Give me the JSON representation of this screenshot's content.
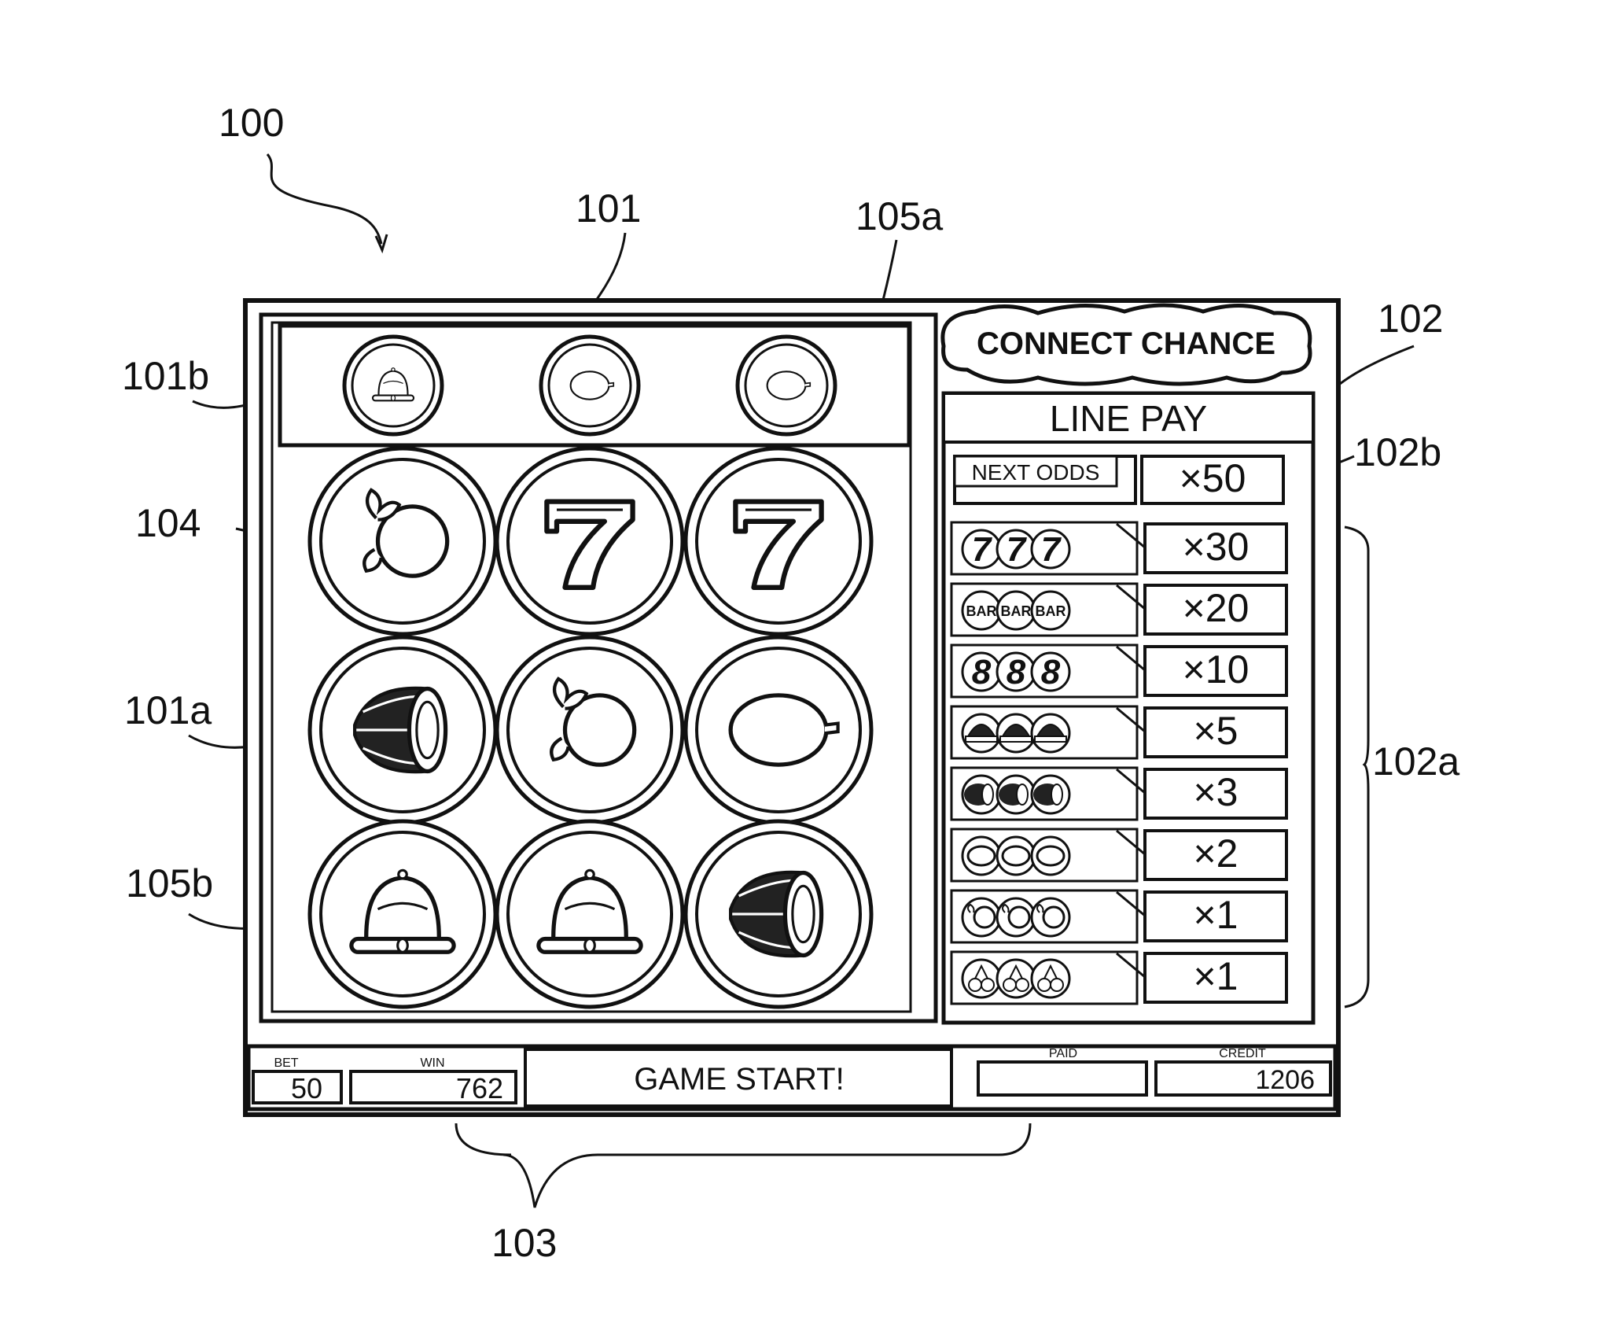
{
  "refs": {
    "machine": "100",
    "reel_area": "101",
    "reel_row": "101a",
    "mini_reels": "101b",
    "paytable": "102",
    "payline_rows": "102a",
    "next_odds_ref": "102b",
    "info_bar": "103",
    "reel_frame": "104",
    "symbol_a": "105a",
    "symbol_b": "105b"
  },
  "mini_reels": [
    {
      "symbol": "bell-icon"
    },
    {
      "symbol": "lemon-icon"
    },
    {
      "symbol": "lemon-icon"
    }
  ],
  "reels": [
    [
      "orange-icon",
      "seven-icon",
      "seven-icon"
    ],
    [
      "watermelon-icon",
      "orange-icon",
      "lemon-icon"
    ],
    [
      "bell-icon",
      "bell-icon",
      "watermelon-icon"
    ]
  ],
  "paytable": {
    "banner": "CONNECT CHANCE",
    "header": "LINE PAY",
    "next_odds_label": "NEXT ODDS",
    "next_odds_value": "×50",
    "rows": [
      {
        "symbols": "seven-triple-icon",
        "label": "777",
        "value": "×30"
      },
      {
        "symbols": "bar-triple-icon",
        "label": "BAR",
        "value": "×20"
      },
      {
        "symbols": "eight-triple-icon",
        "label": "888",
        "value": "×10"
      },
      {
        "symbols": "bell-triple-icon",
        "label": "",
        "value": "×5"
      },
      {
        "symbols": "watermelon-triple-icon",
        "label": "",
        "value": "×3"
      },
      {
        "symbols": "lemon-triple-icon",
        "label": "",
        "value": "×2"
      },
      {
        "symbols": "orange-triple-icon",
        "label": "",
        "value": "×1"
      },
      {
        "symbols": "cherry-triple-icon",
        "label": "",
        "value": "×1"
      }
    ]
  },
  "info": {
    "bet_label": "BET",
    "bet_value": "50",
    "win_label": "WIN",
    "win_value": "762",
    "message": "GAME START!",
    "paid_label": "PAID",
    "paid_value": "",
    "credit_label": "CREDIT",
    "credit_value": "1206"
  }
}
